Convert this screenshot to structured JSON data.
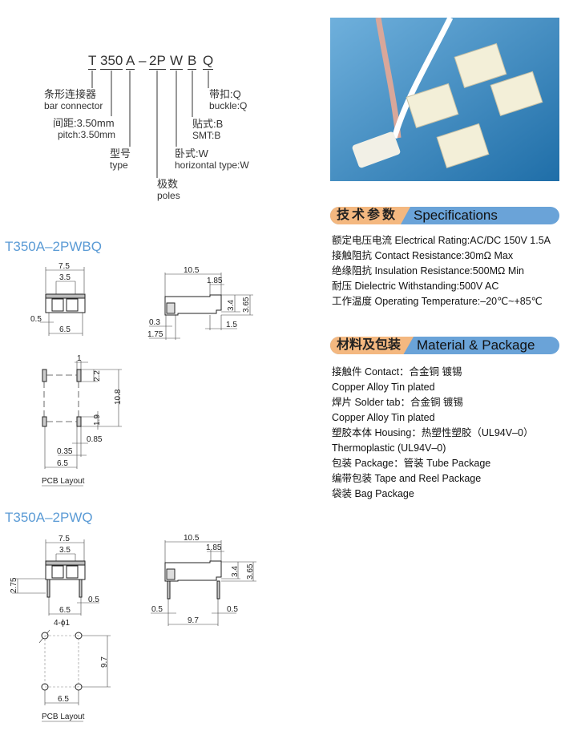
{
  "part_code": {
    "segments": [
      "T",
      "350",
      "A",
      "–",
      "2P",
      "W",
      "B",
      "Q"
    ],
    "labels": [
      {
        "cn": "条形连接器",
        "en": "bar connector"
      },
      {
        "cn": "间距:3.50mm",
        "en": "pitch:3.50mm"
      },
      {
        "cn": "型号",
        "en": "type"
      },
      {
        "cn": "极数",
        "en": "poles"
      },
      {
        "cn": "卧式:W",
        "en": "horizontal type:W"
      },
      {
        "cn": "贴式:B",
        "en": "SMT:B"
      },
      {
        "cn": "带扣:Q",
        "en": "buckle:Q"
      }
    ]
  },
  "specifications": {
    "title_cn": "技术参数",
    "title_en": "Specifications",
    "lines": [
      "额定电压电流 Electrical Rating:AC/DC 150V 1.5A",
      "接触阻抗 Contact Resistance:30mΩ Max",
      "绝缘阻抗 Insulation Resistance:500MΩ Min",
      "耐压 Dielectric Withstanding:500V AC",
      "工作温度 Operating Temperature:–20℃~+85℃"
    ]
  },
  "material": {
    "title_cn": "材料及包装",
    "title_en": "Material & Package",
    "lines": [
      "接触件 Contact：合金铜 镀锡",
      "Copper Alloy Tin plated",
      "焊片 Solder tab：合金铜 镀锡",
      "Copper Alloy Tin plated",
      "塑胶本体 Housing：热塑性塑胶（UL94V–0）",
      "Thermoplastic (UL94V–0)",
      "包装 Package：管装 Tube Package",
      "编带包装 Tape and Reel Package",
      "袋装 Bag Package"
    ]
  },
  "models": [
    {
      "title": "T350A–2PWBQ",
      "front_dims": [
        "7.5",
        "3.5",
        "0.5",
        "6.5"
      ],
      "side_dims": [
        "10.5",
        "1.85",
        "3.4",
        "3.65",
        "0.3",
        "1.75",
        "1.5"
      ],
      "pcb_dims": [
        "1",
        "2.2",
        "10.8",
        "1.9",
        "0.85",
        "0.35",
        "6.5"
      ],
      "pcb_label": "PCB Layout"
    },
    {
      "title": "T350A–2PWQ",
      "front_dims": [
        "7.5",
        "3.5",
        "2.75",
        "0.5",
        "6.5"
      ],
      "side_dims": [
        "10.5",
        "1.85",
        "3.4",
        "3.65",
        "0.5",
        "0.5",
        "9.7"
      ],
      "pcb_dims": [
        "4-ϕ1",
        "9.7",
        "6.5"
      ],
      "pcb_label": "PCB Layout"
    }
  ],
  "colors": {
    "accent_blue": "#5b9bd5",
    "bar_orange": "#f4b880",
    "bar_blue": "#6aa3d8",
    "photo_bg": "#2f7fb8"
  }
}
